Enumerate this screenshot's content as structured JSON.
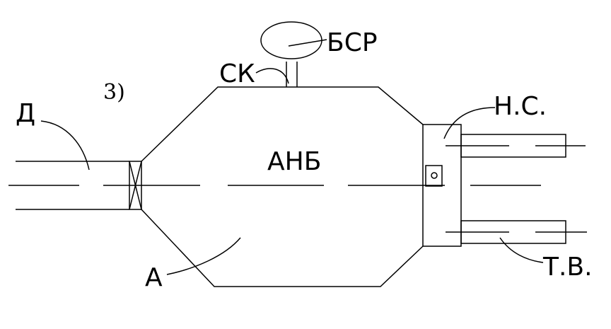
{
  "figure_label": "3)",
  "labels": {
    "d": "Д",
    "sk": "СК",
    "bsr": "БСР",
    "anb": "АНБ",
    "ns": "Н.С.",
    "a": "А",
    "tv": "Т.В."
  },
  "colors": {
    "stroke": "#000000",
    "background": "#ffffff"
  }
}
